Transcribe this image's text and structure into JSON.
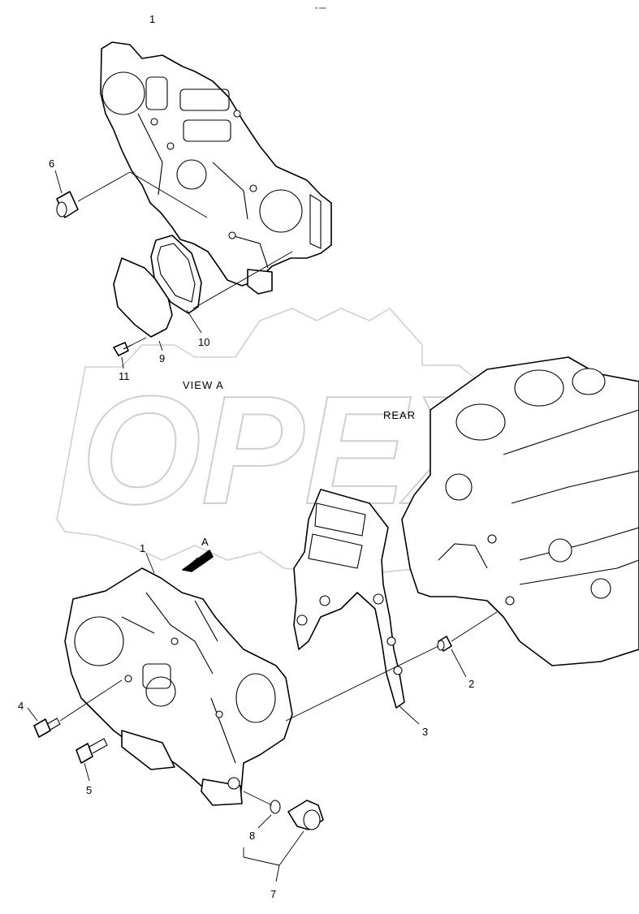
{
  "header_mark": "≈ ══",
  "watermark": {
    "text": "OPEX"
  },
  "view_labels": {
    "view_a": "VIEW  A",
    "rear": "REAR",
    "arrow_a": "A"
  },
  "callouts": {
    "c1_top": "1",
    "c1_bottom": "1",
    "c2": "2",
    "c3": "3",
    "c4": "4",
    "c5": "5",
    "c6": "6",
    "c7": "7",
    "c8": "8",
    "c9": "9",
    "c10": "10",
    "c11": "11"
  }
}
